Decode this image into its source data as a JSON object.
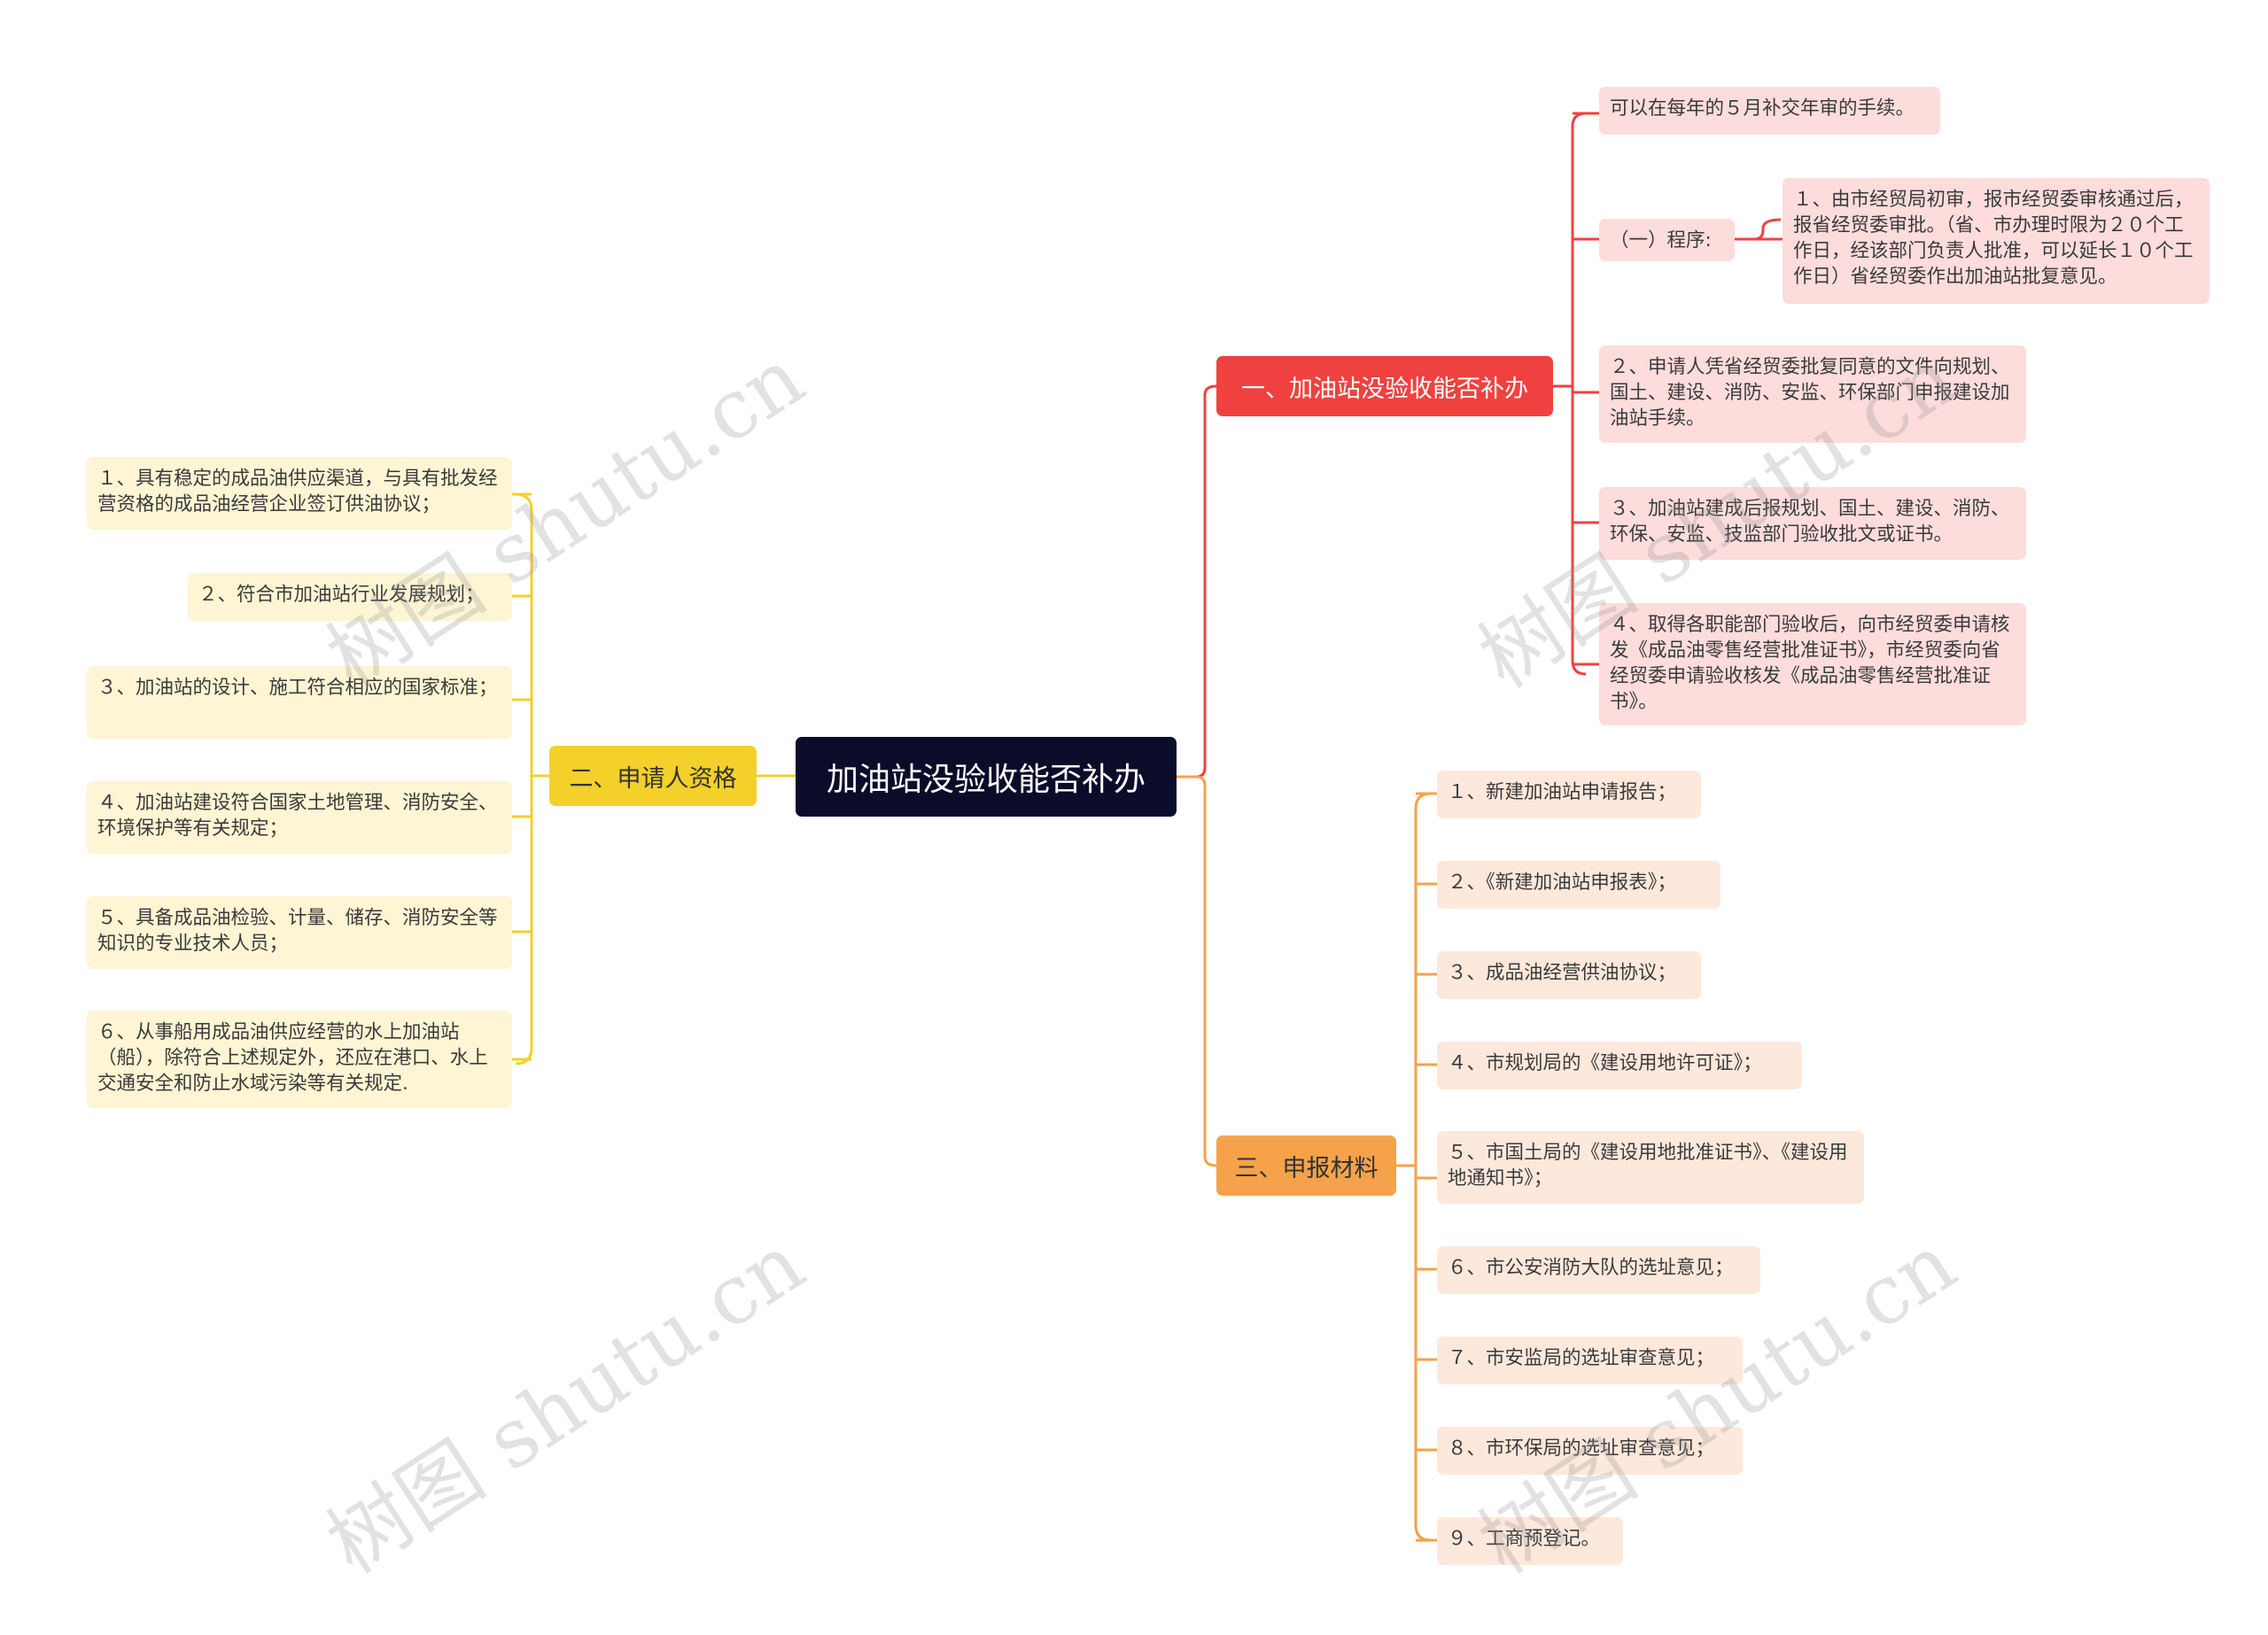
{
  "root": "加油站没验收能否补办",
  "branch1": {
    "label": "一、加油站没验收能否补办",
    "items": [
      "可以在每年的５月补交年审的手续。",
      "（一）程序:",
      "１、由市经贸局初审，报市经贸委审核通过后，报省经贸委审批。（省、市办理时限为２０个工作日，经该部门负责人批准，可以延长１０个工作日）省经贸委作出加油站批复意见。",
      "２、申请人凭省经贸委批复同意的文件向规划、国土、建设、消防、安监、环保部门申报建设加油站手续。",
      "３、加油站建成后报规划、国土、建设、消防、环保、安监、技监部门验收批文或证书。",
      "４、取得各职能部门验收后，向市经贸委申请核发《成品油零售经营批准证书》，市经贸委向省经贸委申请验收核发《成品油零售经营批准证书》。"
    ]
  },
  "branch2": {
    "label": "二、申请人资格",
    "items": [
      "１、具有稳定的成品油供应渠道，与具有批发经营资格的成品油经营企业签订供油协议；",
      "２、符合市加油站行业发展规划；",
      "３、加油站的设计、施工符合相应的国家标准；",
      "４、加油站建设符合国家土地管理、消防安全、环境保护等有关规定；",
      "５、具备成品油检验、计量、储存、消防安全等知识的专业技术人员；",
      "６、从事船用成品油供应经营的水上加油站（船），除符合上述规定外，还应在港口、水上交通安全和防止水域污染等有关规定."
    ]
  },
  "branch3": {
    "label": "三、申报材料",
    "items": [
      "１、新建加油站申请报告；",
      "２、《新建加油站申报表》；",
      "３、成品油经营供油协议；",
      "４、市规划局的《建设用地许可证》；",
      "５、市国土局的《建设用地批准证书》、《建设用地通知书》；",
      "６、市公安消防大队的选址意见；",
      "７、市安监局的选址审查意见；",
      "８、市环保局的选址审查意见；",
      "９、工商预登记。"
    ]
  },
  "watermark": "树图 shutu.cn",
  "colors": {
    "root": "#0b0b2a",
    "branch1": "#ef4240",
    "branch2": "#f3d02a",
    "branch3": "#f6a24a",
    "leaf1": "#fddcdc",
    "leaf2": "#fdf5d3",
    "leaf3": "#fde8dc"
  }
}
